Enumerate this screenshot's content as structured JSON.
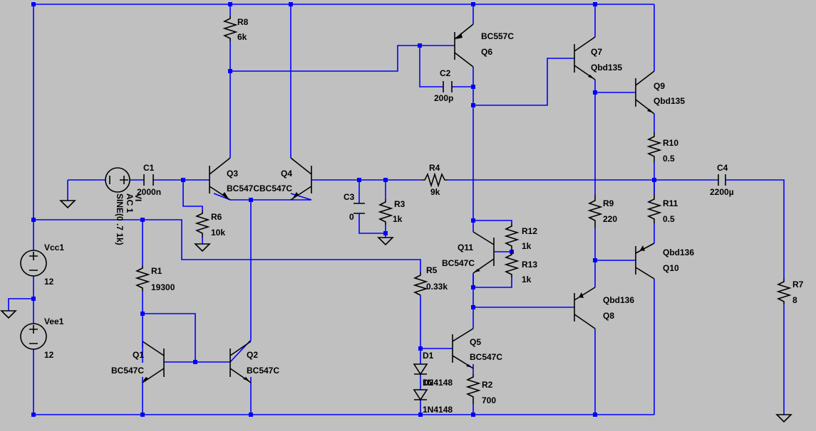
{
  "components": {
    "r8": {
      "name": "R8",
      "value": "6k"
    },
    "r6": {
      "name": "R6",
      "value": "10k"
    },
    "r1": {
      "name": "R1",
      "value": "19300"
    },
    "r3": {
      "name": "R3",
      "value": "1k"
    },
    "r4": {
      "name": "R4",
      "value": "9k"
    },
    "r5": {
      "name": "R5",
      "value": "0.33k"
    },
    "r12": {
      "name": "R12",
      "value": "1k"
    },
    "r13": {
      "name": "R13",
      "value": "1k"
    },
    "r2": {
      "name": "R2",
      "value": "700"
    },
    "r9": {
      "name": "R9",
      "value": "220"
    },
    "r10": {
      "name": "R10",
      "value": "0.5"
    },
    "r11": {
      "name": "R11",
      "value": "0.5"
    },
    "r7": {
      "name": "R7",
      "value": "8"
    },
    "c1": {
      "name": "C1",
      "value": "2000n"
    },
    "c2": {
      "name": "C2",
      "value": "200p"
    },
    "c3": {
      "name": "C3",
      "value": "0"
    },
    "c4": {
      "name": "C4",
      "value": "2200µ"
    },
    "q1": {
      "name": "Q1",
      "model": "BC547C"
    },
    "q2": {
      "name": "Q2",
      "model": "BC547C"
    },
    "q3": {
      "name": "Q3",
      "model": "BC547C"
    },
    "q4": {
      "name": "Q4",
      "model": "BC547C"
    },
    "q5": {
      "name": "Q5",
      "model": "BC547C"
    },
    "q6": {
      "name": "Q6",
      "model": "BC557C"
    },
    "q7": {
      "name": "Q7",
      "model": "Qbd135"
    },
    "q8": {
      "name": "Q8",
      "model": "Qbd136"
    },
    "q9": {
      "name": "Q9",
      "model": "Qbd135"
    },
    "q10": {
      "name": "Q10",
      "model": "Qbd136"
    },
    "q11": {
      "name": "Q11",
      "model": "BC547C"
    },
    "d1": {
      "name": "D1",
      "model": "1N4148",
      "overlap": "D2"
    },
    "d2": {
      "model": "1N4148"
    },
    "vcc": {
      "name": "Vcc1",
      "value": "12"
    },
    "vee": {
      "name": "Vee1",
      "value": "12"
    },
    "vi": {
      "name": "VI",
      "value": "SINE(0 .7 1k)",
      "ac": "AC 1"
    }
  },
  "colors": {
    "background": "#c0c0c0",
    "wire": "#0000ff",
    "symbol": "#000000"
  }
}
